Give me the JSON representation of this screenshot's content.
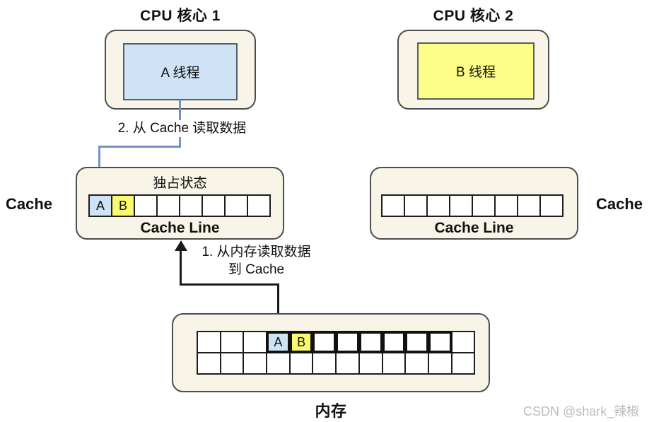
{
  "colors": {
    "beige": "#f8f4e8",
    "container_border": "#4d4d4d",
    "thread_a_fill": "#cfe3f7",
    "thread_b_fill": "#fdfd88",
    "cell_a_fill": "#cfe3f7",
    "cell_b_fill": "#fafa70",
    "cell_border": "#1d1d1d",
    "thick_border": "#111111",
    "blue_arrow": "#7591c7",
    "black_arrow": "#1a1a1a",
    "text": "#111111",
    "watermark": "#b9bcbe"
  },
  "cpu1": {
    "title": "CPU 核心 1",
    "thread": "A 线程"
  },
  "cpu2": {
    "title": "CPU 核心 2",
    "thread": "B 线程"
  },
  "arrow_read_cache": {
    "label": "2. 从 Cache 读取数据"
  },
  "arrow_read_memory": {
    "label_line1": "1. 从内存读取数据",
    "label_line2": "到 Cache"
  },
  "cache_left": {
    "state_label": "独占状态",
    "line_label": "Cache Line",
    "side_label": "Cache",
    "cells": [
      "A",
      "B",
      "",
      "",
      "",
      "",
      "",
      ""
    ]
  },
  "cache_right": {
    "line_label": "Cache Line",
    "side_label": "Cache",
    "cells": [
      "",
      "",
      "",
      "",
      "",
      "",
      "",
      ""
    ]
  },
  "memory": {
    "label": "内存",
    "rows": [
      {
        "cells": [
          "",
          "",
          "",
          "A",
          "B",
          "",
          "",
          "",
          "",
          "",
          "",
          ""
        ],
        "thick": [
          0,
          0,
          0,
          1,
          1,
          1,
          1,
          1,
          1,
          1,
          1,
          0
        ]
      },
      {
        "cells": [
          "",
          "",
          "",
          "",
          "",
          "",
          "",
          "",
          "",
          "",
          "",
          ""
        ],
        "thick": [
          0,
          0,
          0,
          0,
          0,
          0,
          0,
          0,
          0,
          0,
          0,
          0
        ]
      }
    ]
  },
  "watermark": "CSDN @shark_辣椒"
}
